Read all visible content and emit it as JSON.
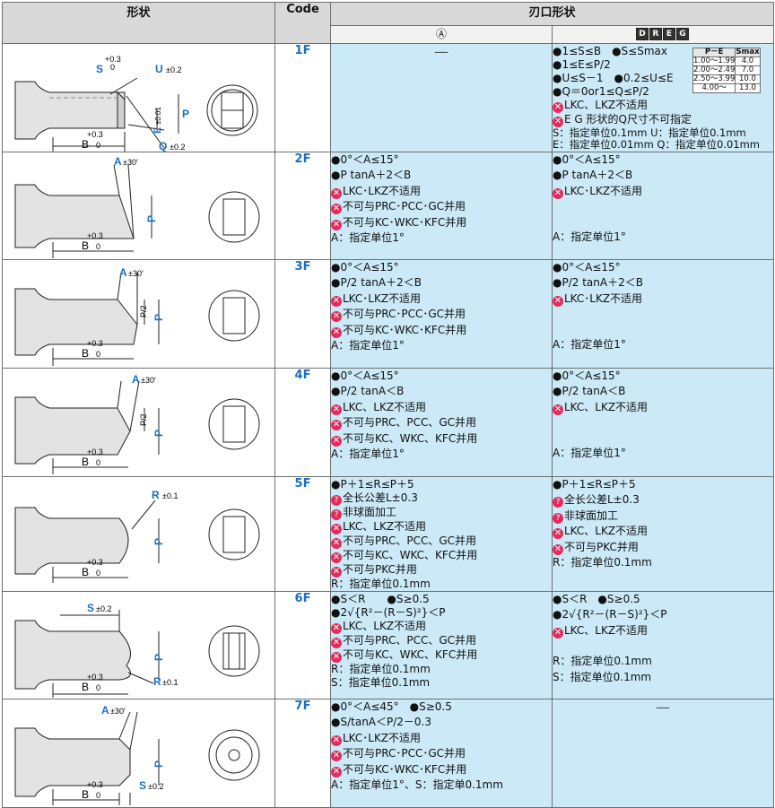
{
  "header": {
    "shape": "形状",
    "code": "Code",
    "edge_shape": "刃口形状",
    "sub_a": "Ⓐ",
    "sub_dreg": "D R E G"
  },
  "dims": {
    "b": "B",
    "b_tol_up": "+0.3",
    "b_tol_low": "0",
    "p": "P",
    "p2": "P/2",
    "e": "E",
    "e_tol": "±0.01",
    "s": "S",
    "s_tol_up": "+0.3",
    "s_tol_low": "0",
    "s_tol": "±0.2",
    "u": "U",
    "u_tol": "±0.2",
    "q": "Q",
    "q_tol": "±0.2",
    "a": "A",
    "a_tol": "±30′",
    "r": "R",
    "r_tol": "±0.1"
  },
  "rows": [
    {
      "code": "1F",
      "a_dash": "—",
      "dreg": [
        "●1≤S≤B　●S≤Smax",
        "●1≤E≤P/2",
        "●U≤S－1　●0.2≤U≤E",
        "●Q＝0or1≤Q≤P/2",
        "LKC、LKZ不适用",
        "E G 形状的Q尺寸不可指定",
        "S：指定单位0.1mm  U：指定单位0.1mm",
        "E：指定单位0.01mm  Q：指定单位0.01mm"
      ],
      "smax_table": {
        "h1": "P－E",
        "h2": "Smax",
        "r1": [
          "1.00～1.99",
          "4.0"
        ],
        "r2": [
          "2.00～2.49",
          "7.0"
        ],
        "r3": [
          "2.50～3.99",
          "10.0"
        ],
        "r4": [
          "4.00～",
          "13.0"
        ]
      }
    },
    {
      "code": "2F",
      "a": [
        "●0°＜A≤15°",
        "●P tanA＋2＜B",
        "LKC･LKZ不适用",
        "不可与PRC･PCC･GC并用",
        "不可与KC･WKC･KFC并用",
        "A：指定单位1°"
      ],
      "dreg": [
        "●0°＜A≤15°",
        "●P tanA＋2＜B",
        "LKC･LKZ不适用",
        "A：指定单位1°"
      ]
    },
    {
      "code": "3F",
      "a": [
        "●0°＜A≤15°",
        "●P/2 tanA＋2＜B",
        "LKC･LKZ不适用",
        "不可与PRC･PCC･GC并用",
        "不可与KC･WKC･KFC并用",
        "A：指定单位1°"
      ],
      "dreg": [
        "●0°＜A≤15°",
        "●P/2 tanA＋2＜B",
        "LKC･LKZ不适用",
        "A：指定单位1°"
      ]
    },
    {
      "code": "4F",
      "a": [
        "●0°＜A≤15°",
        "●P/2 tanA＜B",
        "LKC、LKZ不适用",
        "不可与PRC、PCC、GC并用",
        "不可与KC、WKC、KFC并用",
        "A：指定单位1°"
      ],
      "dreg": [
        "●0°＜A≤15°",
        "●P/2 tanA＜B",
        "LKC、LKZ不适用",
        "A：指定单位1°"
      ]
    },
    {
      "code": "5F",
      "a": [
        "●P＋1≤R≤P＋5",
        "全长公差L±0.3",
        "非球面加工",
        "LKC、LKZ不适用",
        "不可与PRC、PCC、GC并用",
        "不可与KC、WKC、KFC并用",
        "不可与PKC并用",
        "R：指定单位0.1mm"
      ],
      "dreg": [
        "●P＋1≤R≤P＋5",
        "全长公差L±0.3",
        "非球面加工",
        "LKC、LKZ不适用",
        "不可与PKC并用",
        "R：指定单位0.1mm"
      ]
    },
    {
      "code": "6F",
      "a": [
        "●S＜R　　●S≥0.5",
        "●2√{R²－(R－S)²}＜P",
        "LKC、LKZ不适用",
        "不可与PRC、PCC、GC并用",
        "不可与KC、WKC、KFC并用",
        "R：指定单位0.1mm",
        "S：指定单位0.1mm"
      ],
      "dreg": [
        "●S＜R　●S≥0.5",
        "●2√{R²－(R－S)²}＜P",
        "LKC、LKZ不适用",
        "R：指定单位0.1mm",
        "S：指定单位0.1mm"
      ]
    },
    {
      "code": "7F",
      "a": [
        "●0°＜A≤45°　●S≥0.5",
        "●S/tanA＜P/2－0.3",
        "LKC･LKZ不适用",
        "不可与PRC･PCC･GC并用",
        "不可与KC･WKC･KFC并用",
        "A：指定单位1°、S：指定单0.1mm"
      ],
      "dreg_dash": "—"
    }
  ]
}
